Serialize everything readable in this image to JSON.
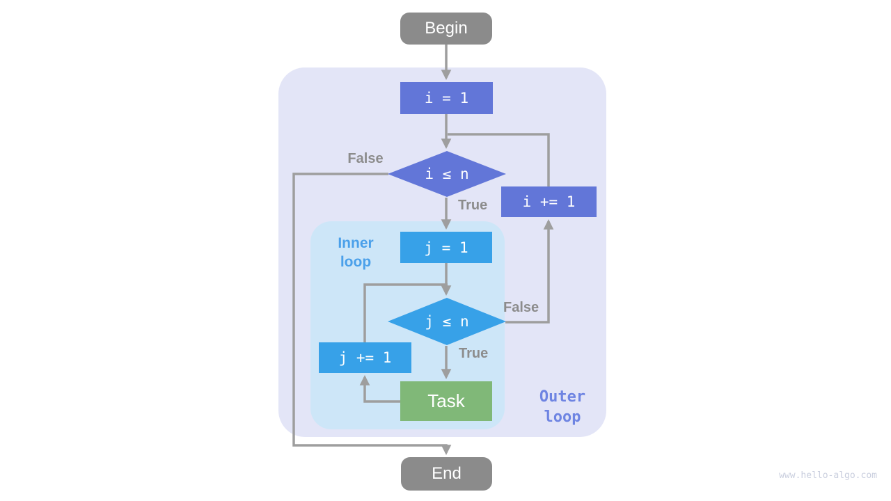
{
  "nodes": {
    "begin": {
      "label": "Begin"
    },
    "init_i": {
      "label": "i = 1"
    },
    "cond_i": {
      "label": "i ≤ n"
    },
    "incr_i": {
      "label": "i += 1"
    },
    "init_j": {
      "label": "j = 1"
    },
    "cond_j": {
      "label": "j ≤ n"
    },
    "incr_j": {
      "label": "j += 1"
    },
    "task": {
      "label": "Task"
    },
    "end": {
      "label": "End"
    }
  },
  "edge_labels": {
    "cond_i_false": "False",
    "cond_i_true": "True",
    "cond_j_false": "False",
    "cond_j_true": "True"
  },
  "regions": {
    "inner_loop": {
      "line1": "Inner",
      "line2": "loop"
    },
    "outer_loop": {
      "line1": "Outer",
      "line2": "loop"
    }
  },
  "watermark": "www.hello-algo.com",
  "colors": {
    "terminal_gray": "#8b8b8b",
    "outer_node_purple": "#6276d8",
    "inner_node_blue": "#37a1e8",
    "task_green": "#80b878",
    "arrow_gray": "#9e9e9e",
    "edge_label_gray": "#8c8c8c",
    "outer_region_bg": "#e3e5f7",
    "inner_region_bg": "#cde6f8",
    "inner_label_blue": "#4aa0ea",
    "outer_label_purple": "#6e84e2",
    "watermark_gray": "#c9cede"
  }
}
